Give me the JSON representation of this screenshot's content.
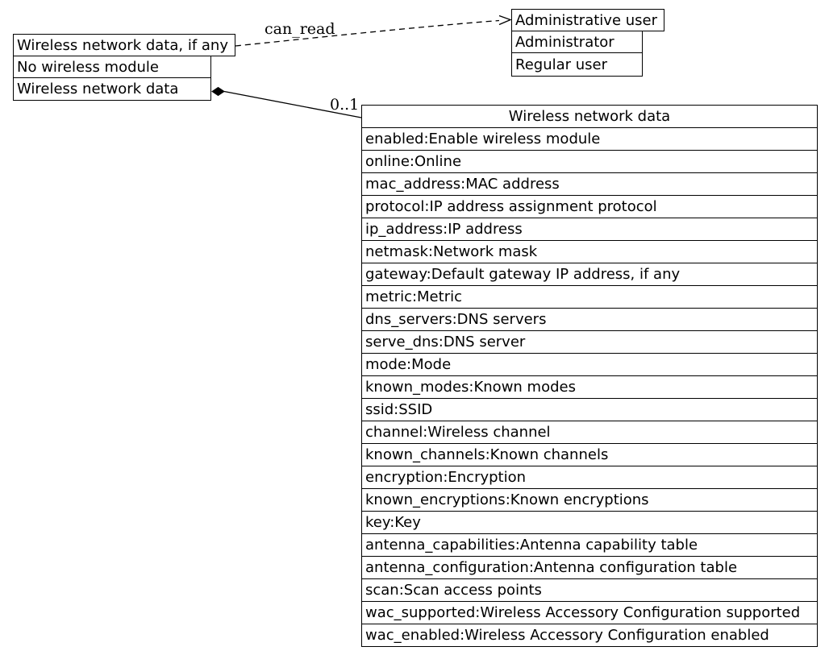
{
  "colors": {
    "background": "#ffffff",
    "stroke": "#000000",
    "text": "#000000"
  },
  "wireless_state_stack": {
    "rows": [
      {
        "label": "Wireless network data, if any"
      },
      {
        "label": "No wireless module"
      },
      {
        "label": "Wireless network data"
      }
    ]
  },
  "user_stack": {
    "rows": [
      {
        "label": "Administrative user"
      },
      {
        "label": "Administrator"
      },
      {
        "label": "Regular user"
      }
    ]
  },
  "wireless_data_table": {
    "title": "Wireless network data",
    "rows": [
      "enabled:Enable wireless module",
      "online:Online",
      "mac_address:MAC address",
      "protocol:IP address assignment protocol",
      "ip_address:IP address",
      "netmask:Network mask",
      "gateway:Default gateway IP address, if any",
      "metric:Metric",
      "dns_servers:DNS servers",
      "serve_dns:DNS server",
      "mode:Mode",
      "known_modes:Known modes",
      "ssid:SSID",
      "channel:Wireless channel",
      "known_channels:Known channels",
      "encryption:Encryption",
      "known_encryptions:Known encryptions",
      "key:Key",
      "antenna_capabilities:Antenna capability table",
      "antenna_configuration:Antenna configuration table",
      "scan:Scan access points",
      "wac_supported:Wireless Accessory Configuration supported",
      "wac_enabled:Wireless Accessory Configuration enabled"
    ]
  },
  "edges": {
    "can_read": {
      "label": "can_read",
      "style": "dashed-open-arrow"
    },
    "composition": {
      "label": "0..1",
      "style": "solid-filled-diamond"
    }
  }
}
